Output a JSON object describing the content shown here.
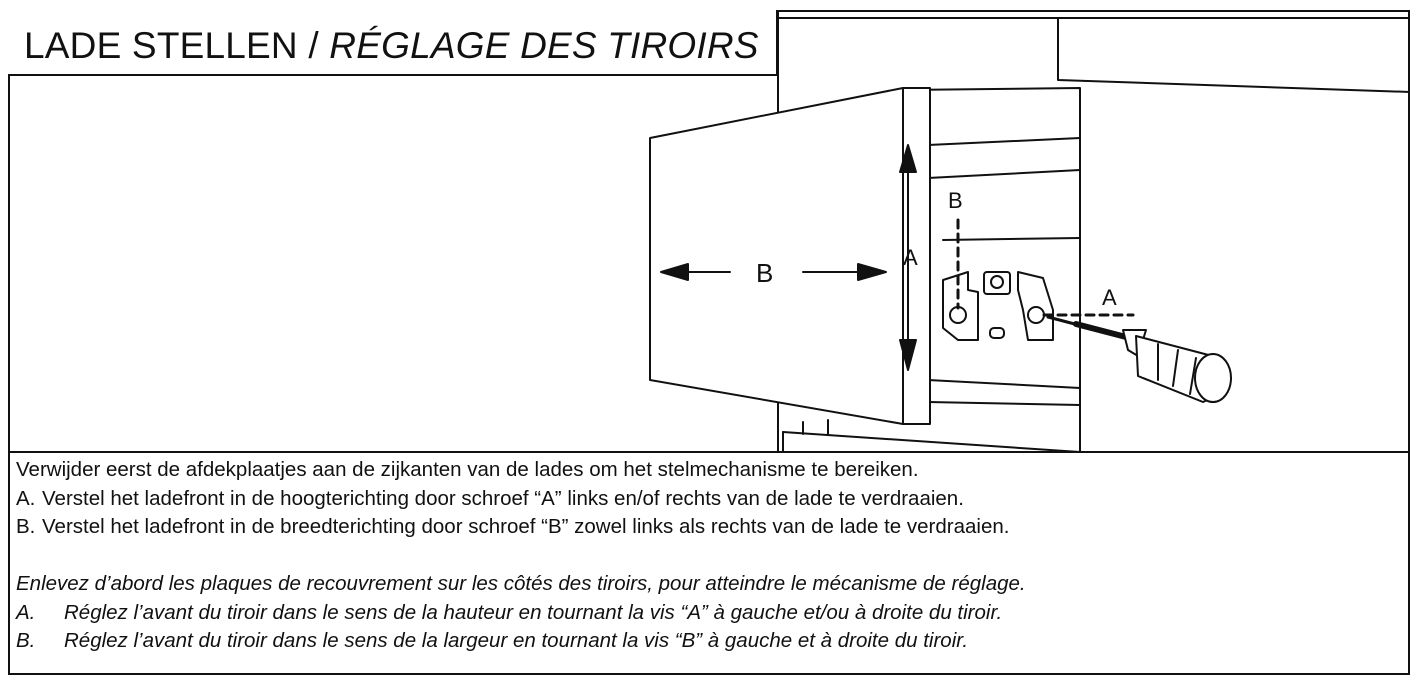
{
  "title": {
    "nl": "LADE STELLEN /",
    "fr": "RÉGLAGE DES TIROIRS"
  },
  "diagram": {
    "label_a": "A",
    "label_b": "B"
  },
  "instructions_nl": {
    "intro": "Verwijder eerst de afdekplaatjes aan de zijkanten van de lades om het stelmechanisme te bereiken.",
    "items": [
      {
        "label": "A.",
        "text": "Verstel het ladefront in de hoogterichting door schroef “A” links en/of rechts van de lade te verdraaien."
      },
      {
        "label": "B.",
        "text": "Verstel het ladefront in de breedterichting door schroef “B” zowel links als rechts van de lade te verdraaien."
      }
    ]
  },
  "instructions_fr": {
    "intro": "Enlevez d’abord les plaques de recouvrement sur les côtés des tiroirs, pour atteindre le mécanisme de réglage.",
    "items": [
      {
        "label": "A.",
        "text": "Réglez l’avant du tiroir dans le sens de la hauteur en tournant la vis “A” à gauche et/ou à droite du tiroir."
      },
      {
        "label": "B.",
        "text": "Réglez l’avant du tiroir dans le sens de la largeur en tournant la vis “B” à gauche et à droite du tiroir."
      }
    ]
  }
}
